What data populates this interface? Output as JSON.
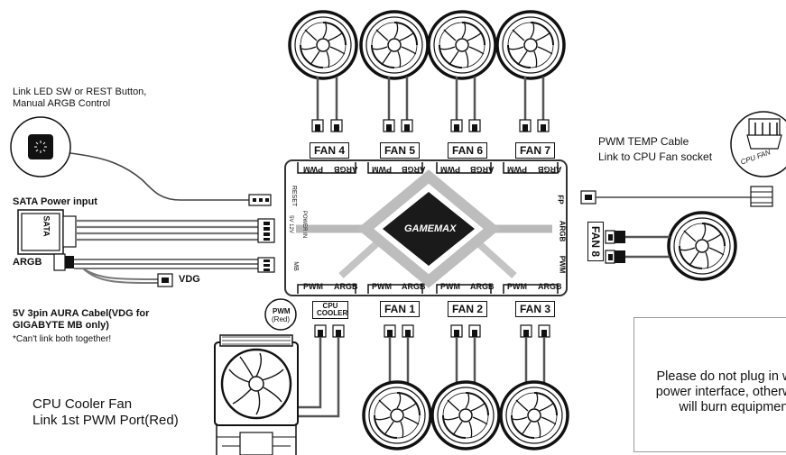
{
  "brand": "GAMEMAX",
  "hub": {
    "top_ports": [
      "PWM",
      "ARGB",
      "PWM",
      "ARGB",
      "PWM",
      "ARGB",
      "PWM",
      "ARGB"
    ],
    "bottom_ports": [
      "PWM",
      "ARGB",
      "PWM",
      "ARGB",
      "PWM",
      "ARGB",
      "PWM",
      "ARGB"
    ],
    "left_labels": {
      "reset": "RESET",
      "power_in": "POWER IN",
      "power_spec": "5V 12V",
      "mb": "MB"
    },
    "right_labels": {
      "fp": "FP",
      "argb": "ARGB",
      "pwm": "PWM"
    }
  },
  "fans": {
    "fan4": "FAN 4",
    "fan5": "FAN 5",
    "fan6": "FAN 6",
    "fan7": "FAN 7",
    "fan1": "FAN 1",
    "fan2": "FAN 2",
    "fan3": "FAN 3",
    "fan8": "FAN 8",
    "cpu_cooler": "CPU COOLER"
  },
  "labels": {
    "led_sw": "Link LED SW or REST Button,",
    "manual_argb": "Manual ARGB Control",
    "sata": "SATA Power input",
    "sata_connector": "SATA",
    "argb": "ARGB",
    "vdg": "VDG",
    "aura_line1": "5V 3pin AURA Cabel(VDG for",
    "aura_line2": "GIGABYTE MB only)",
    "aura_note": "*Can't link both together!",
    "pwm_temp1": "PWM TEMP Cable",
    "pwm_temp2": "Link to CPU Fan socket",
    "cpu_fan": "CPU FAN",
    "pwm_red1": "PWM",
    "pwm_red2": "(Red)",
    "cpu_cooler_fan1": "CPU Cooler Fan",
    "cpu_cooler_fan2": "Link 1st PWM Port(Red)"
  },
  "warning": {
    "icon": "warning-triangle-icon",
    "text": "Please do not plug in wrong power interface, otherwise it will burn equipment!"
  },
  "colors": {
    "hub_outline": "#333333",
    "arrow": "#b5b5b5",
    "logo_bg": "#1a1a1a",
    "cable": "#555555"
  }
}
